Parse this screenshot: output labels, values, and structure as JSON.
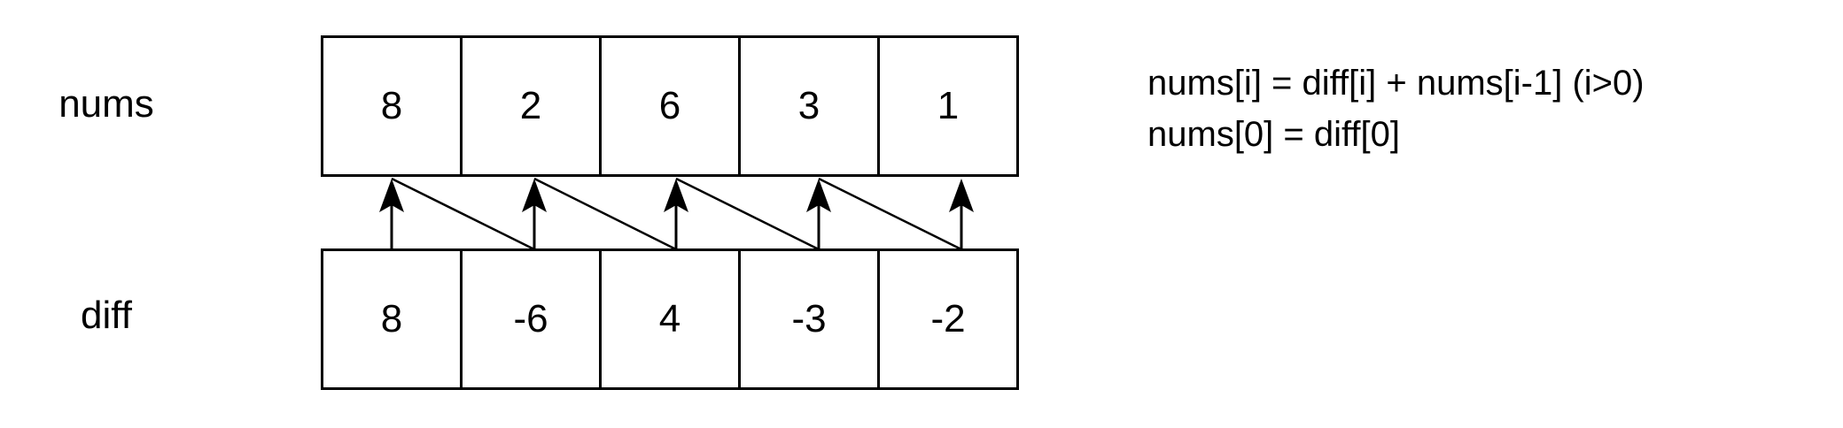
{
  "rows": {
    "nums": {
      "label": "nums",
      "values": [
        "8",
        "2",
        "6",
        "3",
        "1"
      ]
    },
    "diff": {
      "label": "diff",
      "values": [
        "8",
        "-6",
        "4",
        "-3",
        "-2"
      ]
    }
  },
  "formulas": [
    "nums[i] = diff[i] + nums[i-1] (i>0)",
    "nums[0] = diff[0]"
  ]
}
